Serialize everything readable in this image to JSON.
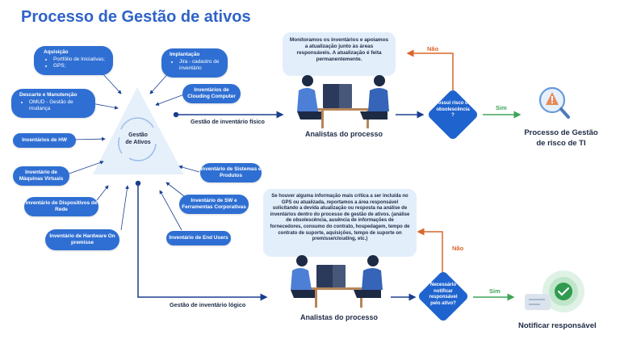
{
  "title": "Processo de Gestão de ativos",
  "center": {
    "line1": "Gestão",
    "line2": "de Ativos"
  },
  "left_nodes": {
    "aquisicao": {
      "title": "Aquisição",
      "items": [
        "Portfólio de Iniciativas;",
        "GPS;"
      ]
    },
    "descarte": {
      "title": "Descarte e Manutenção",
      "items": [
        "OMUD - Gestão de mudança"
      ]
    },
    "inventario_hw": "Inventários de HW",
    "maquinas_virtuais": "Inventário de Máquinas Virtuais",
    "dispositivos_rede": "Inventário de Dispositivos de Rede",
    "hardware_premisse": "Inventário de Hardware On premisse"
  },
  "right_nodes": {
    "implantacao": {
      "title": "Implantação",
      "items": [
        "Jira - cadastro de inventário"
      ]
    },
    "clouding": "Inventários de Clouding Computer",
    "sistemas": "Inventário de Sistemas e Produtos",
    "sw": "Inventário de SW e Ferramentas Corporativas",
    "end_users": "Inventário de End Users"
  },
  "flow_top": {
    "arrow_label": "Gestão de inventário físico",
    "note": "Monitoramos os inventários e apoiamos a atualização junto às áreas responsáveis. A atualização é feita permanentemente.",
    "analysts": "Analistas do processo",
    "decision": "Possui risco ou obsolescência ?",
    "no": "Não",
    "yes": "Sim",
    "result": "Processo de Gestão de risco de TI"
  },
  "flow_bottom": {
    "arrow_label": "Gestão de inventário lógico",
    "note": "Se houver alguma informação mais crítica a ser incluída no GPS ou atualizada, reportamos a área responsável solicitando a devida atualização ou resposta na análise de inventários dentro do processo de gestão de ativos. (análise de obsolescência, ausência de informações de fornecedores, consumo do contrato, hospedagem, tempo de contrato de suporte, aquisições, tempo de suporte on premisse/clouding, etc.)",
    "analysts": "Analistas do processo",
    "decision": "Necessário notificar responsável pelo ativo?",
    "no": "Não",
    "yes": "Sim",
    "result": "Notificar responsável"
  },
  "colors": {
    "primary": "#2f6fd3",
    "dark": "#1f63cf",
    "title": "#2f63c8",
    "no": "#d9662a",
    "yes": "#3fa35a",
    "note_bg": "#e3eefb"
  },
  "icons": [
    "cycle-icon",
    "magnifier-warning-icon",
    "check-badge-icon",
    "chat-bubble-icon"
  ]
}
